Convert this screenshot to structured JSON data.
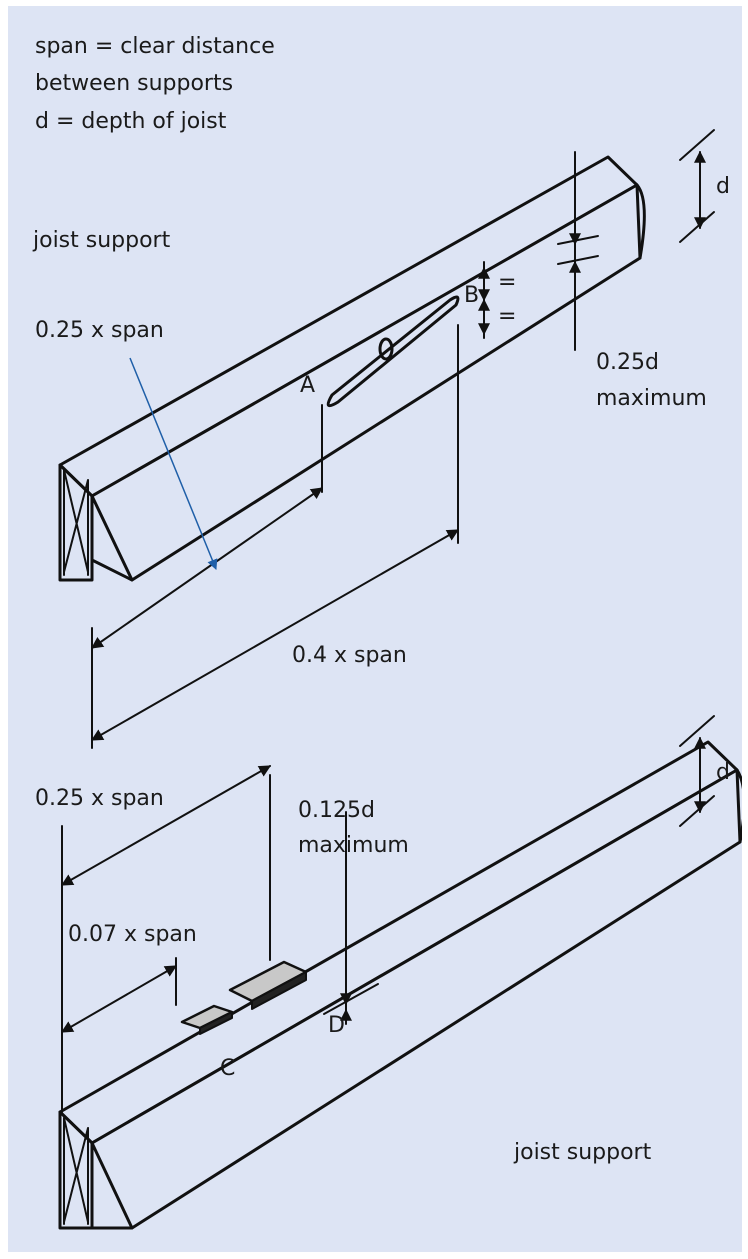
{
  "legend": {
    "line1": "span = clear distance",
    "line2": "between supports",
    "line3": "d = depth of joist"
  },
  "top_joist": {
    "support_label": "joist support",
    "span_025": "0.25 x span",
    "span_04": "0.4 x span",
    "hole_label": "A",
    "centre_label": "B",
    "equal_top": "=",
    "equal_bottom": "=",
    "depth_label": "d",
    "max_line1": "0.25d",
    "max_line2": "maximum"
  },
  "bottom_joist": {
    "support_label": "joist support",
    "span_025": "0.25 x span",
    "span_007": "0.07 x span",
    "notch_c": "C",
    "notch_d": "D",
    "depth_label": "d",
    "max_line1": "0.125d",
    "max_line2": "maximum"
  },
  "colors": {
    "background": "#dde4f4",
    "line": "#111111",
    "pointer": "#1f5fa8"
  }
}
